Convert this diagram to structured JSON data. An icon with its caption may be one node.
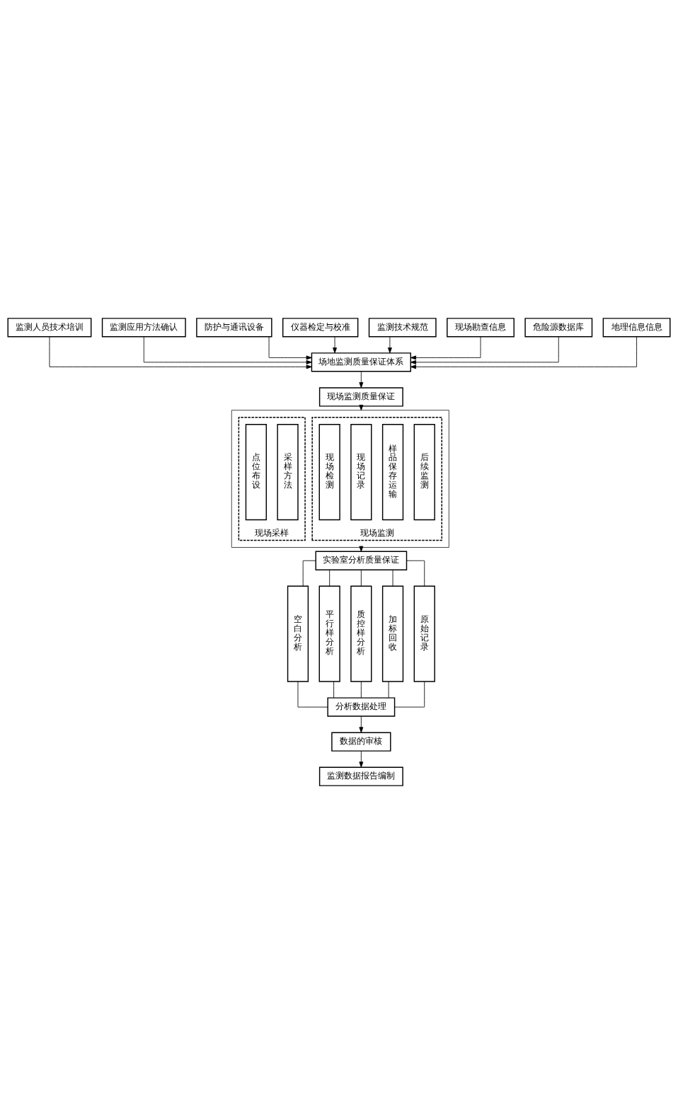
{
  "diagram": {
    "nodes": [
      {
        "text": [
          "监测人员技术培训"
        ]
      },
      {
        "text": [
          "监测应用方法确认"
        ]
      },
      {
        "text": [
          "防护与通讯设备"
        ]
      },
      {
        "text": [
          "仪器检定与校准"
        ]
      },
      {
        "text": [
          "场地监测质量保证体系"
        ]
      },
      {
        "text": [
          "监测技术规范"
        ]
      },
      {
        "text": [
          "现场勘查信息"
        ]
      },
      {
        "text": [
          "危险源数据库"
        ]
      },
      {
        "text": [
          "地理信息信息"
        ]
      },
      {
        "text": [
          "现场监测质量保证"
        ]
      },
      {
        "text": [],
        "shape": "box"
      },
      {
        "text": [
          "现场采样"
        ],
        "in": 10
      },
      {
        "text": [
          "点位布设"
        ],
        "in": 11
      },
      {
        "text": [
          "采样方法"
        ],
        "in": 11
      },
      {
        "text": [
          "现场监测"
        ],
        "in": 10
      },
      {
        "text": [
          "现场检测"
        ],
        "in": 14
      },
      {
        "text": [
          "现场记录"
        ],
        "in": 14
      },
      {
        "text": [
          "样品保存运输"
        ],
        "in": 14
      },
      {
        "text": [
          "后续监测"
        ],
        "in": 14
      },
      {
        "text": [
          "实验室分析质量保证"
        ]
      },
      {
        "text": [
          "空白分析"
        ]
      },
      {
        "text": [
          "平行样分析"
        ]
      },
      {
        "text": [
          "质控样分析"
        ]
      },
      {
        "text": [
          "加标回收"
        ]
      },
      {
        "text": [
          "原始记录"
        ]
      },
      {
        "text": [
          "分析数据处理"
        ]
      },
      {
        "text": [
          "数据的审核"
        ]
      },
      {
        "text": [
          "监测数据报告编制"
        ]
      }
    ],
    "edges": [
      {
        "from": 0,
        "to": 4,
        "arrow": "to"
      },
      {
        "from": 1,
        "to": 4,
        "arrow": "to"
      },
      {
        "from": 2,
        "to": 4,
        "arrow": "to"
      },
      {
        "from": 3,
        "to": 4,
        "arrow": "to"
      },
      {
        "from": 5,
        "to": 4,
        "arrow": "to"
      },
      {
        "from": 6,
        "to": 4,
        "arrow": "to"
      },
      {
        "from": 7,
        "to": 4,
        "arrow": "to"
      },
      {
        "from": 8,
        "to": 4,
        "arrow": "to"
      },
      {
        "from": 4,
        "to": 9,
        "arrow": "to"
      },
      {
        "from": 9,
        "to": 10,
        "arrow": "to"
      },
      {
        "from": 10,
        "to": 19,
        "arrow": "to"
      },
      {
        "from": 19,
        "to": 20,
        "arrow": "none"
      },
      {
        "from": 19,
        "to": 21,
        "arrow": "none"
      },
      {
        "from": 19,
        "to": 22,
        "arrow": "none"
      },
      {
        "from": 19,
        "to": 23,
        "arrow": "none"
      },
      {
        "from": 19,
        "to": 24,
        "arrow": "none"
      },
      {
        "from": 20,
        "to": 25,
        "arrow": "none"
      },
      {
        "from": 21,
        "to": 25,
        "arrow": "none"
      },
      {
        "from": 22,
        "to": 25,
        "arrow": "none"
      },
      {
        "from": 23,
        "to": 25,
        "arrow": "none"
      },
      {
        "from": 24,
        "to": 25,
        "arrow": "none"
      },
      {
        "from": 25,
        "to": 26,
        "arrow": "to"
      },
      {
        "from": 26,
        "to": 27,
        "arrow": "to"
      }
    ]
  }
}
